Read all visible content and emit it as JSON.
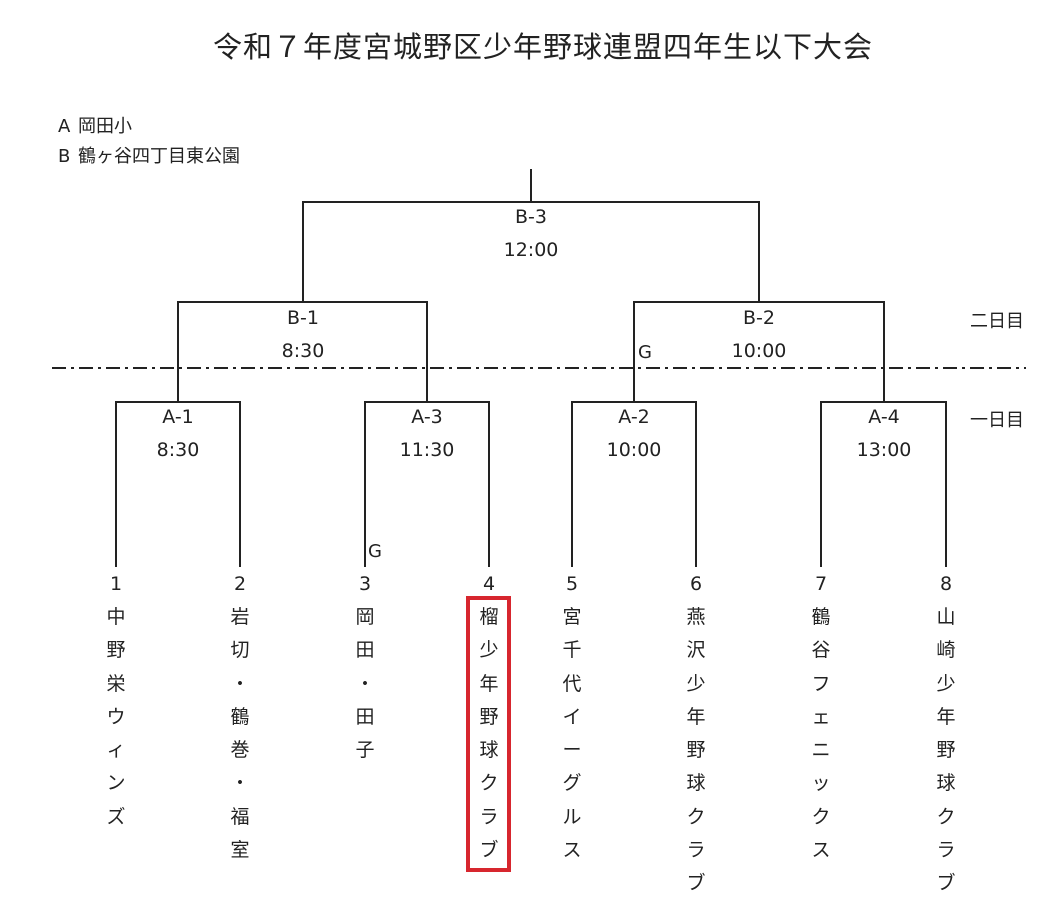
{
  "title": "令和７年度宮城野区少年野球連盟四年生以下大会",
  "venues": [
    {
      "code": "A",
      "name": "岡田小"
    },
    {
      "code": "B",
      "name": "鶴ヶ谷四丁目東公園"
    }
  ],
  "day_labels": {
    "day2": "二日目",
    "day1": "一日目"
  },
  "matches": {
    "b3": {
      "id": "B-3",
      "time": "12:00"
    },
    "b1": {
      "id": "B-1",
      "time": "8:30"
    },
    "b2": {
      "id": "B-2",
      "time": "10:00"
    },
    "a1": {
      "id": "A-1",
      "time": "8:30"
    },
    "a3": {
      "id": "A-3",
      "time": "11:30"
    },
    "a2": {
      "id": "A-2",
      "time": "10:00"
    },
    "a4": {
      "id": "A-4",
      "time": "13:00"
    }
  },
  "g_marks": [
    "G",
    "G"
  ],
  "teams": [
    {
      "num": "1",
      "name": "中野栄ウィンズ"
    },
    {
      "num": "2",
      "name": "岩切・鶴巻・福室"
    },
    {
      "num": "3",
      "name": "岡田・田子"
    },
    {
      "num": "4",
      "name": "榴少年野球クラブ",
      "highlighted": true
    },
    {
      "num": "5",
      "name": "宮千代イーグルス"
    },
    {
      "num": "6",
      "name": "燕沢少年野球クラブ"
    },
    {
      "num": "7",
      "name": "鶴谷フェニックス"
    },
    {
      "num": "8",
      "name": "山崎少年野球クラブ"
    }
  ],
  "colors": {
    "line": "#222222",
    "highlight": "#d7262e"
  }
}
